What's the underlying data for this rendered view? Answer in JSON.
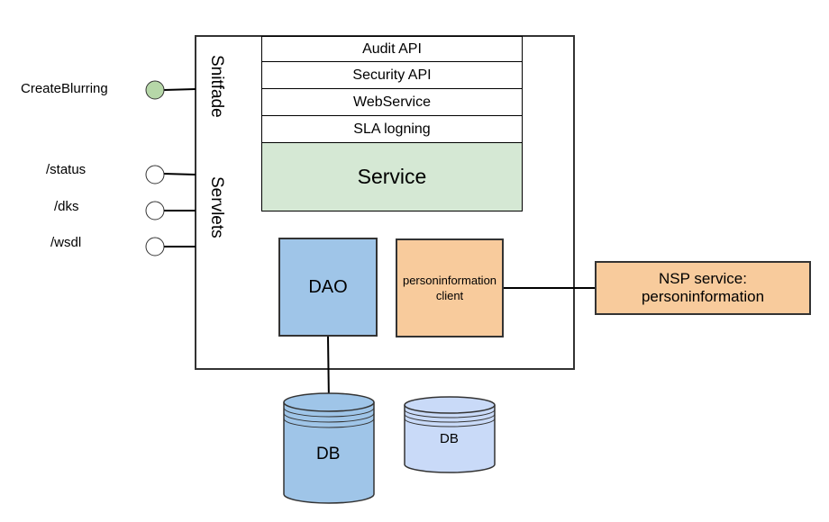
{
  "endpoints": {
    "create_blurring": "CreateBlurring",
    "status": "/status",
    "dks": "/dks",
    "wsdl": "/wsdl"
  },
  "container": {
    "snitfade_label": "Snitfade",
    "servlets_label": "Servlets"
  },
  "stack": [
    "Audit API",
    "Security API",
    "WebService",
    "SLA logning"
  ],
  "service_label": "Service",
  "dao_label": "DAO",
  "client_label_line1": "personinformation",
  "client_label_line2": "client",
  "nsp_line1": "NSP service:",
  "nsp_line2": "personinformation",
  "db_primary": "DB",
  "db_secondary": "DB",
  "colors": {
    "service_fill": "#d5e8d4",
    "dao_fill": "#9fc5e8",
    "client_fill": "#f8cb9c",
    "db_primary_fill": "#9fc5e8",
    "db_secondary_fill": "#c9daf8",
    "port_active_fill": "#b6d7a8",
    "port_fill": "#ffffff",
    "stroke": "#333333"
  }
}
